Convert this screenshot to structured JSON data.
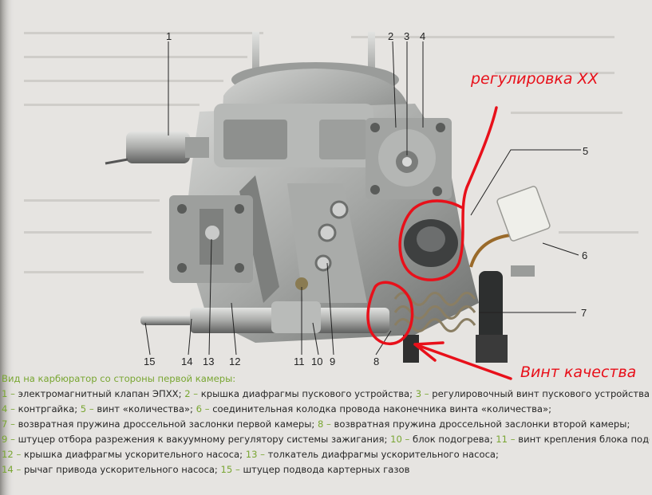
{
  "annotations": {
    "idle_label": "регулировка ХХ",
    "quality_label": "Винт качества"
  },
  "callouts": [
    "1",
    "2",
    "3",
    "4",
    "5",
    "6",
    "7",
    "8",
    "9",
    "10",
    "11",
    "12",
    "13",
    "14",
    "15"
  ],
  "caption": {
    "title": "Вид на карбюратор со стороны первой камеры:",
    "items": [
      {
        "n": "1",
        "text": "электромагнитный клапан ЭПХХ;"
      },
      {
        "n": "2",
        "text": "крышка диафрагмы пускового устройства;"
      },
      {
        "n": "3",
        "text": "регулировочный винт пускового устройства;"
      },
      {
        "n": "4",
        "text": "контргайка;"
      },
      {
        "n": "5",
        "text": "винт «количества»;"
      },
      {
        "n": "6",
        "text": "соединительная колодка провода наконечника винта «количества»;"
      },
      {
        "n": "7",
        "text": "возвратная пружина дроссельной заслонки первой камеры;"
      },
      {
        "n": "8",
        "text": "возвратная  пружина дроссельной заслонки второй камеры;"
      },
      {
        "n": "9",
        "text": "штуцер отбора разрежения к вакуумному регулятору системы зажигания;"
      },
      {
        "n": "10",
        "text": "блок подогрева;"
      },
      {
        "n": "11",
        "text": "винт крепления блока подогрева;"
      },
      {
        "n": "12",
        "text": "крышка диафрагмы ускорительного насоса;"
      },
      {
        "n": "13",
        "text": "толкатель диафрагмы ускорительного насоса;"
      },
      {
        "n": "14",
        "text": "рычаг привода ускорительного насоса;"
      },
      {
        "n": "15",
        "text": "штуцер подвода картерных газов"
      }
    ]
  },
  "colors": {
    "accent_green": "#79a632",
    "annotation_red": "#e8101a",
    "metal": "#a7a8a6"
  }
}
